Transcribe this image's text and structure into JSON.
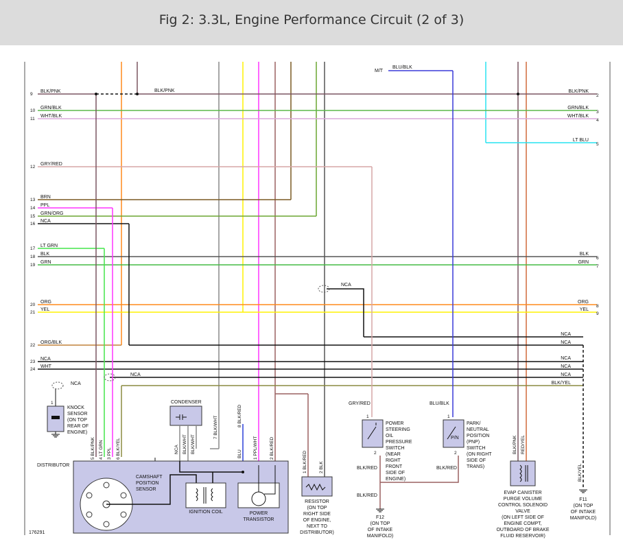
{
  "header": {
    "title": "Fig 2: 3.3L, Engine Performance Circuit (2 of 3)"
  },
  "figure_id": "176291",
  "colors": {
    "blk_pnk": "#7a5560",
    "grn_blk": "#5bb84a",
    "wht_blk": "#d8a8d8",
    "lt_blu": "#27e3f0",
    "gry_red": "#d5a6a6",
    "brn": "#7a5a22",
    "ppl": "#ff33ff",
    "grn_org": "#6aa631",
    "blk": "#111111",
    "lt_grn": "#44e64a",
    "grn": "#44bb44",
    "org": "#ff8a1c",
    "yel": "#fff200",
    "org_blk": "#c0823a",
    "blu": "#2a3fd8",
    "red_yel": "#d06a3a",
    "blk_red": "#9a6060",
    "blk_wht": "#8a8a8a",
    "blk_yel": "#8a8a40",
    "blu_blk": "#3a3ad8",
    "component_fill": "#c8c8e8"
  },
  "left_wires": [
    {
      "pin": "9",
      "label": "BLK/PNK"
    },
    {
      "pin": "10",
      "label": "GRN/BLK"
    },
    {
      "pin": "11",
      "label": "WHT/BLK"
    },
    {
      "pin": "12",
      "label": "GRY/RED"
    },
    {
      "pin": "13",
      "label": "BRN"
    },
    {
      "pin": "14",
      "label": "PPL"
    },
    {
      "pin": "15",
      "label": "GRN/ORG"
    },
    {
      "pin": "16",
      "label": "NCA"
    },
    {
      "pin": "17",
      "label": "LT GRN"
    },
    {
      "pin": "18",
      "label": "BLK"
    },
    {
      "pin": "19",
      "label": "GRN"
    },
    {
      "pin": "20",
      "label": "ORG"
    },
    {
      "pin": "21",
      "label": "YEL"
    },
    {
      "pin": "22",
      "label": "ORG/BLK"
    },
    {
      "pin": "23",
      "label": "NCA"
    },
    {
      "pin": "24",
      "label": "WHT"
    }
  ],
  "right_wires": [
    {
      "pin": "2",
      "label": "BLK/PNK"
    },
    {
      "pin": "3",
      "label": "GRN/BLK"
    },
    {
      "pin": "4",
      "label": "WHT/BLK"
    },
    {
      "pin": "5",
      "label": "LT BLU"
    },
    {
      "pin": "6",
      "label": "BLK"
    },
    {
      "pin": "7",
      "label": "GRN"
    },
    {
      "pin": "8",
      "label": "ORG"
    },
    {
      "pin": "9",
      "label": "YEL"
    }
  ],
  "mid_labels": {
    "blk_pnk_mid": "BLK/PNK",
    "mt": "M/T",
    "blu_blk_top": "BLU/BLK",
    "nca_center": "NCA",
    "nca_knock": "NCA",
    "nca_cam": "NCA",
    "nca_r1": "NCA",
    "nca_r2": "NCA",
    "nca_r3": "NCA",
    "nca_r4": "NCA",
    "nca_r5": "NCA",
    "blk_yel_r": "BLK/YEL"
  },
  "components": {
    "knock_sensor": [
      "KNOCK",
      "SENSOR",
      "(ON TOP",
      "REAR OF",
      "ENGINE)"
    ],
    "condenser": "CONDENSER",
    "distributor": "DISTRIBUTOR",
    "camshaft_sensor": [
      "CAMSHAFT",
      "POSITION",
      "SENSOR"
    ],
    "ignition_coil": "IGNITION COIL",
    "power_transistor": [
      "POWER",
      "TRANSISTOR"
    ],
    "resistor": [
      "RESISTOR",
      "(ON TOP",
      "RIGHT SIDE",
      "OF ENGINE,",
      "NEXT TO",
      "DISTRIBUTOR)"
    ],
    "ps_switch": [
      "POWER",
      "STEERING",
      "OIL",
      "PRESSURE",
      "SWITCH",
      "(NEAR",
      "RIGHT",
      "FRONT",
      "SIDE OF",
      "ENGINE)"
    ],
    "pnp_switch": [
      "PARK/",
      "NEUTRAL",
      "POSITION",
      "(PNP)",
      "SWITCH",
      "(ON RIGHT",
      "SIDE OF",
      "TRANS)"
    ],
    "pnp_tag": "P/N",
    "evap_valve": [
      "EVAP CANISTER",
      "PURGE VOLUME",
      "CONTROL SOLENOID",
      "VALVE",
      "(ON LEFT SIDE OF",
      "ENGINE COMPT,",
      "OUTBOARD OF BRAKE",
      "FLUID RESERVOIR)"
    ],
    "f12": [
      "F12",
      "(ON TOP",
      "OF INTAKE",
      "MANIFOLD)"
    ],
    "f11": [
      "F11",
      "(ON TOP",
      "OF INTAKE",
      "MANIFOLD)"
    ]
  },
  "pin_labels": {
    "ks_pin": "1",
    "dist": [
      "5 BLK/PNK",
      "4 LT GRN",
      "3 PPL",
      "6 BLK/YEL"
    ],
    "cond_nca": "NCA",
    "cond_bw1": "BLK/WHT",
    "cond_bw2": "BLK/WHT",
    "cond_7": "7 BLK/WHT",
    "c8": "8 BLK/RED",
    "blu": "BLU",
    "pt1": "1 PPL/WHT",
    "pt2": "2 BLK/RED",
    "res1": "1 BLK/RED",
    "res2": "2 BLK",
    "gry_red_sw": "GRY/RED",
    "blk_red_sw": "BLK/RED",
    "blk_red_f12": "BLK/RED",
    "blu_blk_pnp": "BLU/BLK",
    "blk_red_pnp": "BLK/RED",
    "ev1": "BLK/PNK",
    "ev2": "RED/YEL",
    "f11_wire": "BLK/YEL",
    "sw1": "1",
    "sw2": "2"
  }
}
